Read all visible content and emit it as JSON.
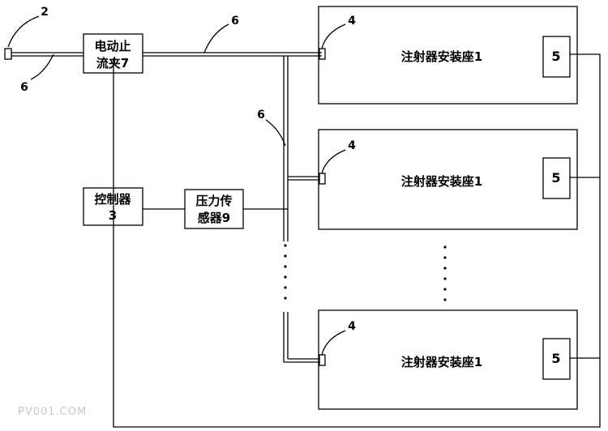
{
  "clamp": {
    "line1": "电动止",
    "line2": "流夹7"
  },
  "controller": {
    "line1": "控制器",
    "line2": "3"
  },
  "sensor": {
    "line1": "压力传",
    "line2": "感器9"
  },
  "mounts": [
    {
      "label": "注射器安装座1",
      "sub_label": "5",
      "callout": "4"
    },
    {
      "label": "注射器安装座1",
      "sub_label": "5",
      "callout": "4"
    },
    {
      "label": "注射器安装座1",
      "sub_label": "5",
      "callout": "4"
    }
  ],
  "callouts": {
    "two": "2",
    "six_a": "6",
    "six_b": "6",
    "six_c": "6"
  },
  "watermark": "PV001.COM"
}
